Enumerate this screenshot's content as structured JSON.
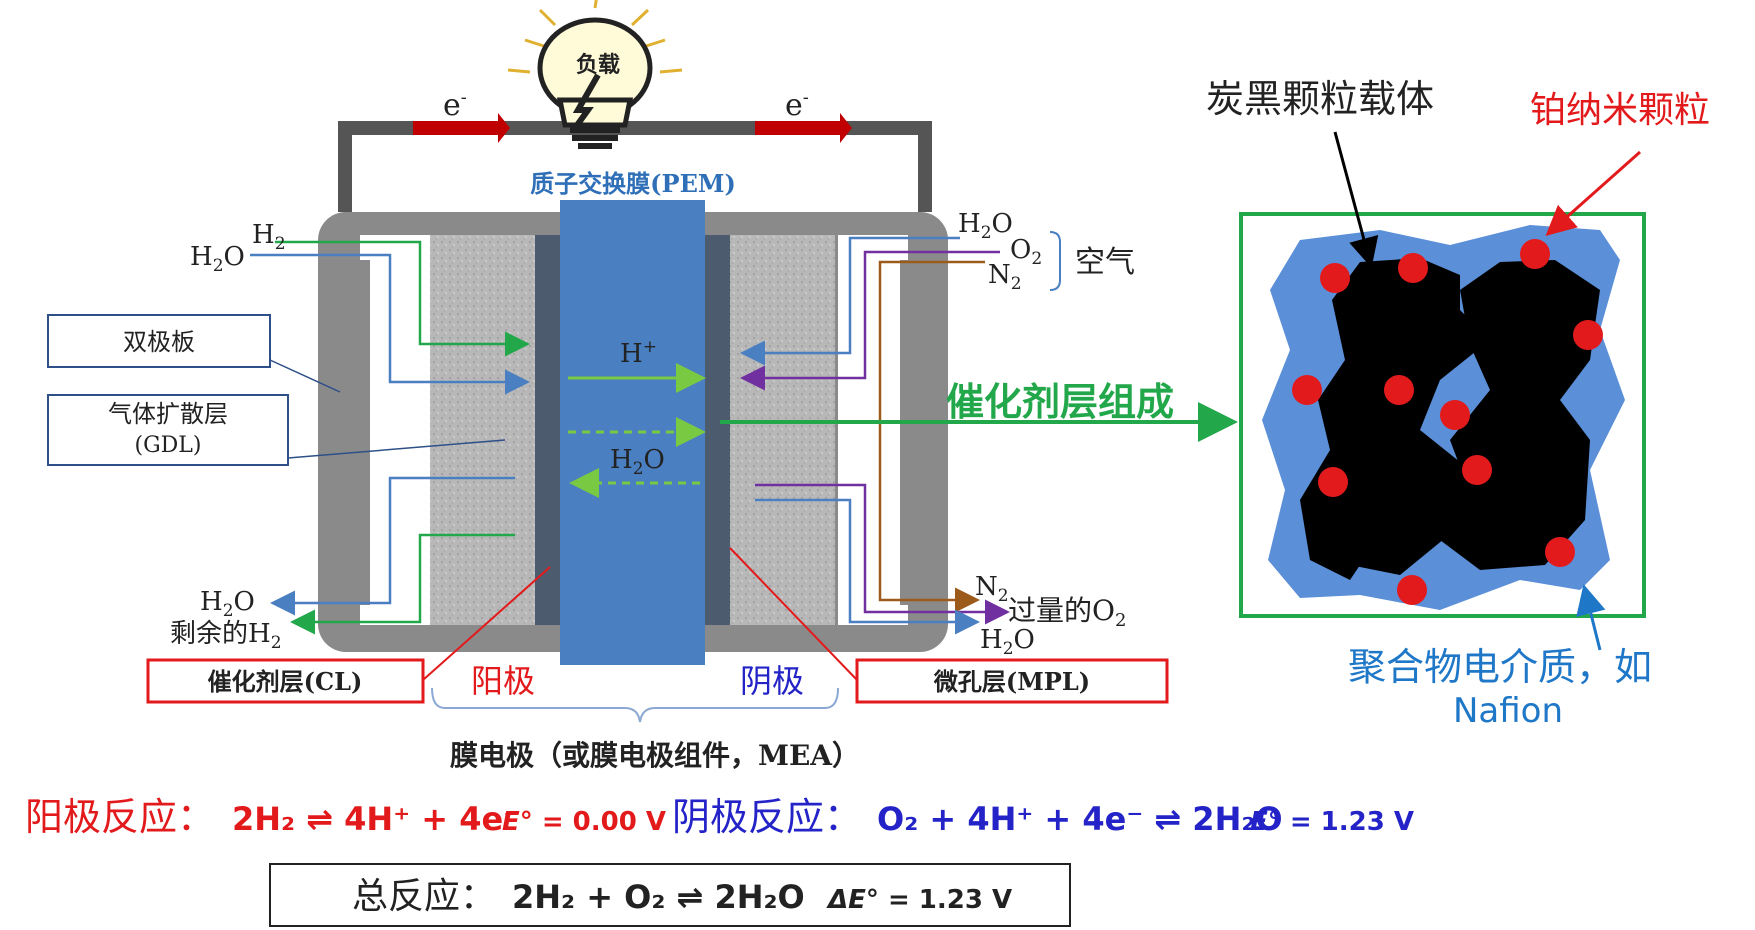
{
  "labels": {
    "load": "负载",
    "electron_left": "e",
    "electron_right": "e",
    "electron_sup": "-",
    "pem": "质子交换膜(PEM)",
    "h2_in": "H",
    "h2_in_sub": "2",
    "h2o_in": "H",
    "h2o_in_sub": "2",
    "h2o_in_o": "O",
    "bipolar": "双极板",
    "gdl_line1": "气体扩散层",
    "gdl_line2": "(GDL)",
    "h_plus": "H",
    "h_plus_sup": "+",
    "h2o_mid": "H",
    "h2o_mid_sub": "2",
    "h2o_mid_o": "O",
    "h2o_out_left": "H",
    "h2o_out_left_sub": "2",
    "h2o_out_left_o": "O",
    "remaining_h2": "剩余的H",
    "remaining_h2_sub": "2",
    "cat_layer": "催化剂层(CL)",
    "anode": "阳极",
    "cathode": "阴极",
    "mpl": "微孔层(MPL)",
    "mea": "膜电极（或膜电极组件，MEA）",
    "cathode_h2o": "H",
    "cathode_h2o_sub": "2",
    "cathode_h2o_o": "O",
    "o2": "O",
    "o2_sub": "2",
    "n2": "N",
    "n2_sub": "2",
    "air": "空气",
    "n2_out": "N",
    "n2_out_sub": "2",
    "excess_o2": "过量的O",
    "excess_o2_sub": "2",
    "h2o_out_right": "H",
    "h2o_out_right_sub": "2",
    "h2o_out_right_o": "O",
    "composition": "催化剂层组成",
    "carbon": "炭黑颗粒载体",
    "platinum": "铂纳米颗粒",
    "polymer_line1": "聚合物电介质，如",
    "polymer_line2": "Nafion"
  },
  "equations": {
    "anode_label": "阳极反应：",
    "anode_eq": "2H₂ ⇌ 4H⁺ + 4e⁻",
    "anode_e_label": "E°",
    "anode_e_value": " = 0.00 V",
    "cathode_label": "阴极反应：",
    "cathode_eq": "O₂ + 4H⁺ + 4e⁻ ⇌ 2H₂O",
    "cathode_e_label": "E°",
    "cathode_e_value": " = 1.23 V",
    "total_label": "总反应：",
    "total_eq": "2H₂ + O₂ ⇌ 2H₂O",
    "total_e_label": "ΔE°",
    "total_e_value": " = 1.23 V"
  },
  "colors": {
    "red": "#e31a1c",
    "blue": "#2323c8",
    "green": "#22a84a",
    "pem_blue": "#4a7fc1",
    "nafion_blue": "#5b8fd8",
    "gray": "#8a8a8a",
    "dark_gray": "#555555"
  }
}
